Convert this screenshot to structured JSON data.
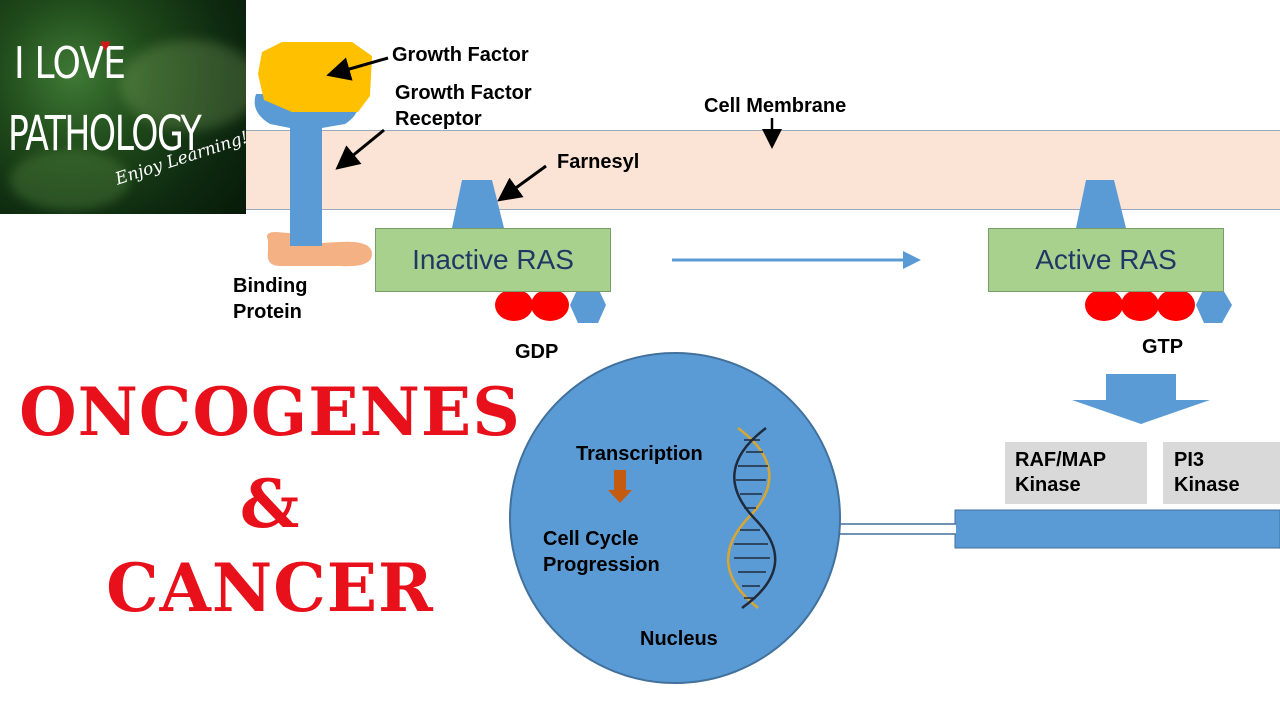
{
  "logo": {
    "line1": "I LOVE",
    "line2": "PATHOLOGY",
    "tagline": "Enjoy Learning!!"
  },
  "labels": {
    "growth_factor": "Growth Factor",
    "growth_factor_receptor": "Growth Factor\nReceptor",
    "cell_membrane": "Cell Membrane",
    "farnesyl": "Farnesyl",
    "binding_protein": "Binding\nProtein",
    "gdp": "GDP",
    "gtp": "GTP",
    "transcription": "Transcription",
    "cell_cycle_progression": "Cell Cycle\nProgression",
    "nucleus": "Nucleus"
  },
  "ras": {
    "inactive": "Inactive RAS",
    "active": "Active RAS"
  },
  "kinases": {
    "raf_map": "RAF/MAP\nKinase",
    "pi3": "PI3\nKinase"
  },
  "title": {
    "line1": "ONCOGENES",
    "line2": "&",
    "line3": "CANCER"
  },
  "colors": {
    "membrane": "#fbe3d6",
    "receptor": "#5b9bd5",
    "growth_factor": "#ffc000",
    "ras_box": "#a9d18e",
    "phosphate": "#ff0000",
    "title_red": "#e8101a",
    "nucleus": "#5b9bd5"
  }
}
